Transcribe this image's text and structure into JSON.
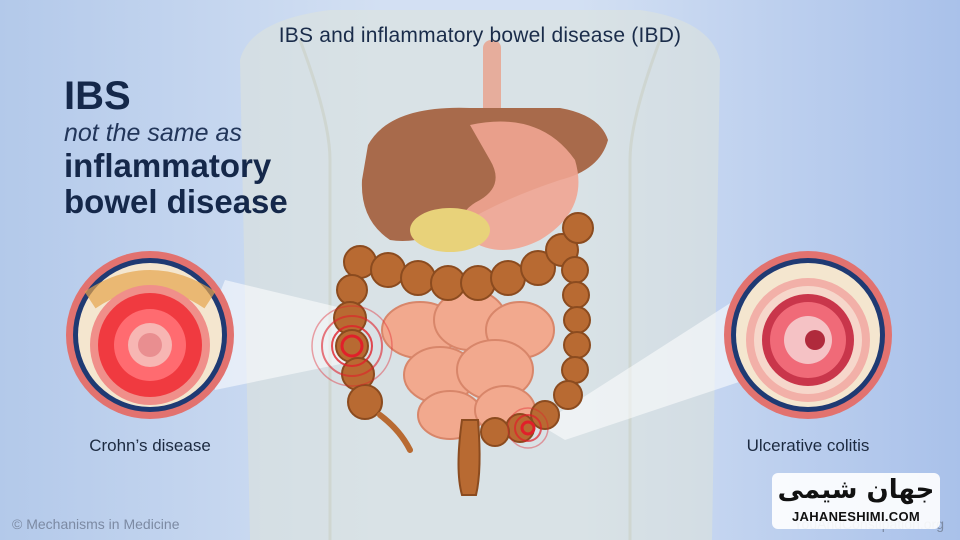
{
  "title": "IBS and inflammatory bowel disease (IBD)",
  "headline": {
    "line1": "IBS",
    "line2": "not the same as",
    "line3": "inflammatory",
    "line4": "bowel disease"
  },
  "labels": {
    "left_inset": "Crohn’s disease",
    "right_inset": "Ulcerative colitis"
  },
  "credits": {
    "left": "© Mechanisms in Medicine",
    "right": "YouAndConstipation.org"
  },
  "watermark": {
    "persian": "جهان شیمی",
    "latin": "JAHANESHIMI.COM"
  },
  "colors": {
    "background": "#c9d8ef",
    "liver": "#a86a4b",
    "colon": "#b86a32",
    "inflammation": "#e0202a",
    "text": "#15284a"
  }
}
